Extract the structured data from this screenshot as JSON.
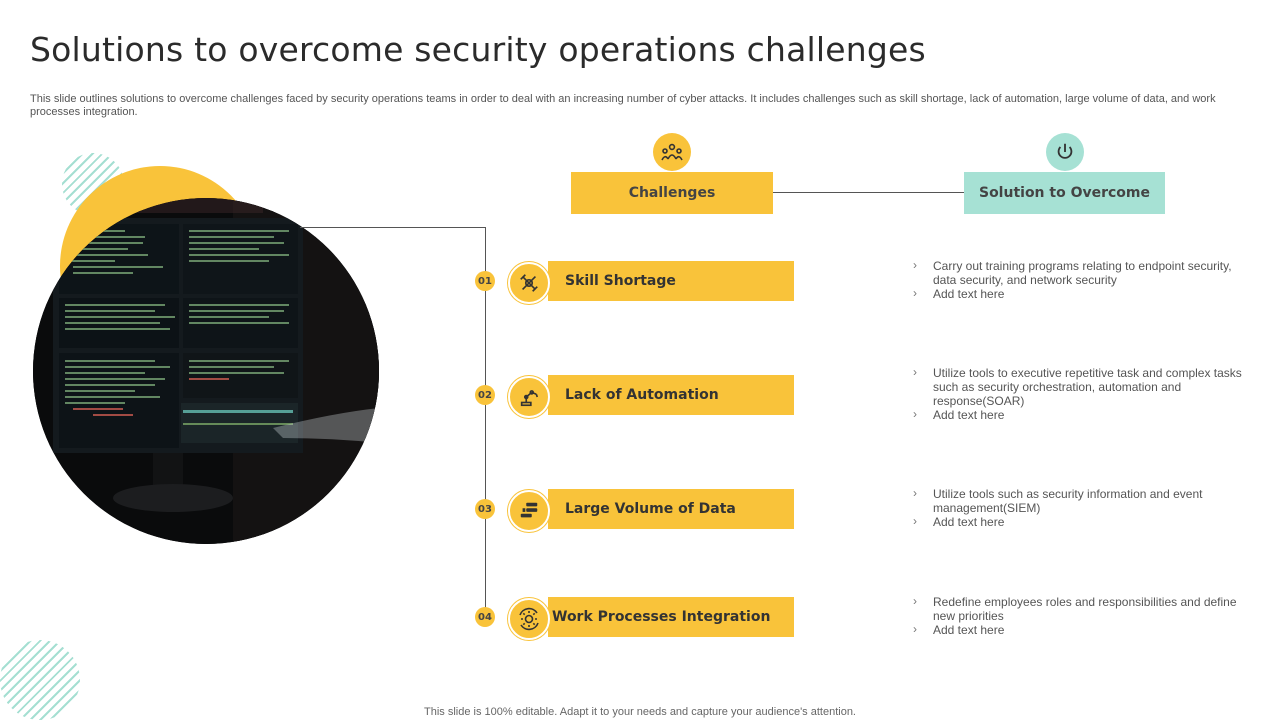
{
  "slide": {
    "title": "Solutions to overcome security operations challenges",
    "subtitle": "This slide outlines solutions to overcome challenges faced by security operations teams in order to deal with an increasing number of cyber attacks. It includes challenges such as skill shortage, lack of automation, large volume of data, and work processes integration.",
    "footer": "This slide is 100% editable. Adapt it to your needs and capture your audience's attention."
  },
  "headers": {
    "challenges": "Challenges",
    "solution": "Solution to Overcome",
    "challenges_icon": "team-icon",
    "solution_icon": "power-icon"
  },
  "rows": [
    {
      "num": "01",
      "challenge": "Skill Shortage",
      "icon": "tools-icon",
      "solutions": [
        "Carry out training programs relating to endpoint security, data security, and network security",
        "Add text here"
      ]
    },
    {
      "num": "02",
      "challenge": "Lack of Automation",
      "icon": "robotic-arm-icon",
      "solutions": [
        "Utilize tools to executive repetitive task and complex tasks such as security orchestration, automation and response(SOAR)",
        "Add text here"
      ]
    },
    {
      "num": "03",
      "challenge": "Large Volume of Data",
      "icon": "database-icon",
      "solutions": [
        "Utilize tools such as security information and event management(SIEM)",
        "Add text here"
      ]
    },
    {
      "num": "04",
      "challenge": "Work Processes Integration",
      "icon": "gear-cycle-icon",
      "solutions": [
        "Redefine employees roles and responsibilities and define new priorities",
        "Add text here"
      ]
    }
  ],
  "colors": {
    "accent_yellow": "#f9c33a",
    "accent_teal": "#a6e1d4"
  }
}
